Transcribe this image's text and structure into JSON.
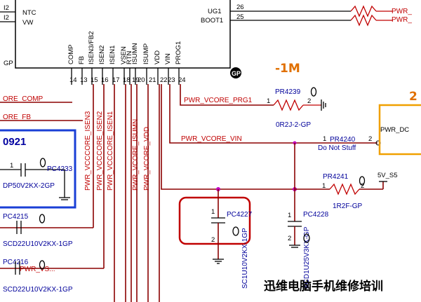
{
  "ic": {
    "left_pins": [
      "NTC",
      "VW"
    ],
    "left_gp": "GP",
    "right_pins": [
      {
        "name": "UG1",
        "num": "26",
        "net": "PWR_"
      },
      {
        "name": "BOOT1",
        "num": "25",
        "net": "PWR_"
      }
    ],
    "bottom_pins": [
      {
        "name": "COMP",
        "num": "14"
      },
      {
        "name": "FB",
        "num": "13"
      },
      {
        "name": "ISEN3/FB2",
        "num": "15"
      },
      {
        "name": "ISEN2",
        "num": "16"
      },
      {
        "name": "ISEN1",
        "num": "17"
      },
      {
        "name": "VSEN",
        "num": "18"
      },
      {
        "name": "RTN",
        "num": "19"
      },
      {
        "name": "ISUMN",
        "num": "20"
      },
      {
        "name": "ISUMP",
        "num": "21"
      },
      {
        "name": "VDD",
        "num": "22"
      },
      {
        "name": "VIN",
        "num": "23"
      },
      {
        "name": "PROG1",
        "num": "24"
      }
    ],
    "gp_badge": "GP"
  },
  "title_fragment": "-1M",
  "nets": {
    "left": [
      "ORE_COMP",
      "ORE_FB"
    ],
    "vertical": [
      "PWR_VCCCORE_ISEN3",
      "PWR_VCCCORE_ISEN2",
      "PWR_VCCCORE_ISEN1",
      "PWR_VCORE_ISUMN",
      "PWR_VCORE_VDD"
    ],
    "prg1": "PWR_VCORE_PRG1",
    "vin": "PWR_VCORE_VIN",
    "pwr_dc": "PWR_DC",
    "v5": "5V_S5",
    "bottom_left": "PWR_VS..."
  },
  "components": {
    "r4239": {
      "ref": "PR4239",
      "pin1": "1",
      "pin2": "2",
      "value": "0R2J-2-GP"
    },
    "r4240": {
      "ref": "PR4240",
      "pin1": "1",
      "pin2": "2",
      "value": "Do Not Stuff"
    },
    "r4241": {
      "ref": "PR4241",
      "pin1": "1",
      "pin2": "2",
      "value": "1R2F-GP"
    },
    "c4227": {
      "ref": "PC4227",
      "pin1": "1",
      "pin2": "2",
      "value": "SC1U10V2KX-1GP"
    },
    "c4228": {
      "ref": "PC4228",
      "pin1": "1",
      "pin2": "2",
      "value": "SCD1U25V3KX-GP"
    },
    "c4233": {
      "ref": "PC4233",
      "pin1": "1",
      "value": "DP50V2KX-2GP"
    },
    "c4215": {
      "ref": "PC4215",
      "value": "SCD22U10V2KX-1GP"
    },
    "c4216": {
      "ref": "PC4216",
      "value": "SCD22U10V2KX-1GP"
    }
  },
  "left_block": {
    "label": "0921"
  },
  "right_block": {
    "num": "2"
  },
  "watermark": "迅维电脑手机维修培训",
  "colors": {
    "wire": "#8b0000",
    "net_label": "#c00000",
    "highlight": "#c00000",
    "block": "#1a3fd6",
    "pwr_dc_block": "#f0a000",
    "title": "#e07000"
  }
}
